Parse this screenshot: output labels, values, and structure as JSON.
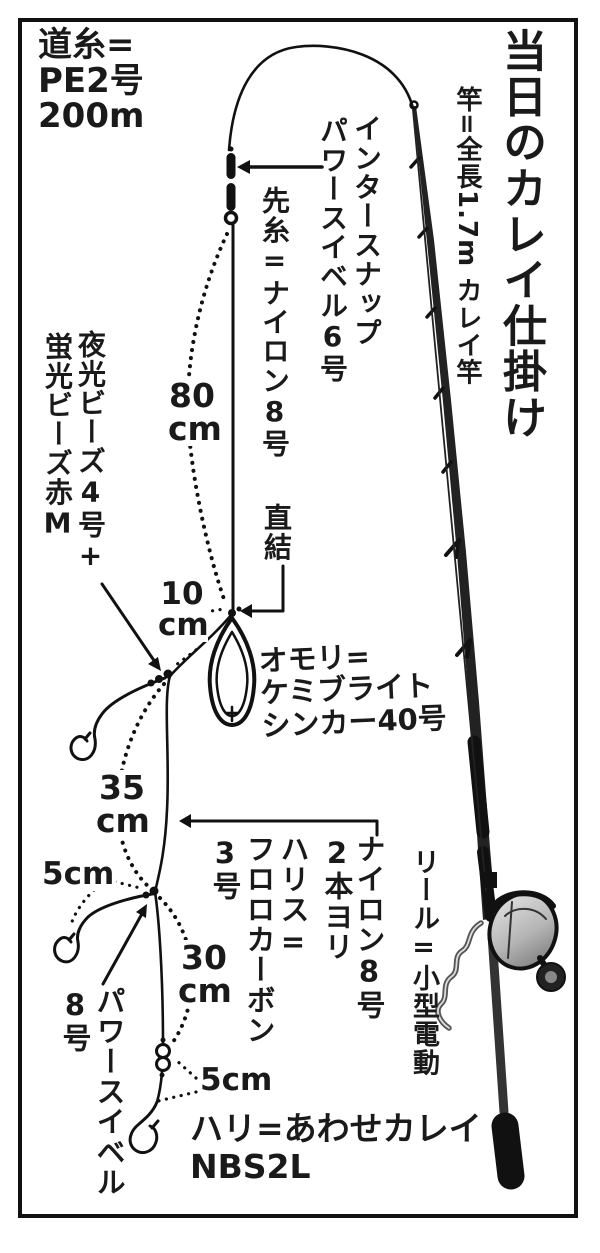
{
  "diagram": {
    "title": "当日のカレイ仕掛け",
    "rod_spec": "竿=全長1.7m カレイ竿",
    "main_line": "道糸=\nPE2号\n200m",
    "snap_line1": "インタースナップ",
    "snap_line2": "パワースイベル6号",
    "leader": "先糸=ナイロン8号",
    "direct_tie": "直結",
    "sinker": "オモリ=\nケミブライト\nシンカー40号",
    "beads_line1": "夜光ビーズ4号+",
    "beads_line2": "蛍光ビーズ赤M",
    "twisted_line1": "ナイロン8号",
    "twisted_line2": "2本ヨリ",
    "harisu_line1": "ハリス=",
    "harisu_line2": "フロロカーボン",
    "harisu_line3": "3号",
    "reel": "リール=小型電動",
    "power_swivel_line1": "パワースイベル",
    "power_swivel_line2": "8号",
    "hook": "ハリ=あわせカレイ\nNBS2L",
    "measurements": {
      "m80": "80\ncm",
      "m10": "10\ncm",
      "m35": "35\ncm",
      "m30": "30\ncm",
      "m5a": "5cm",
      "m5b": "5cm"
    },
    "colors": {
      "ink": "#1a1a1a",
      "paper": "#ffffff",
      "reel_gray": "#9a9a9a"
    }
  }
}
